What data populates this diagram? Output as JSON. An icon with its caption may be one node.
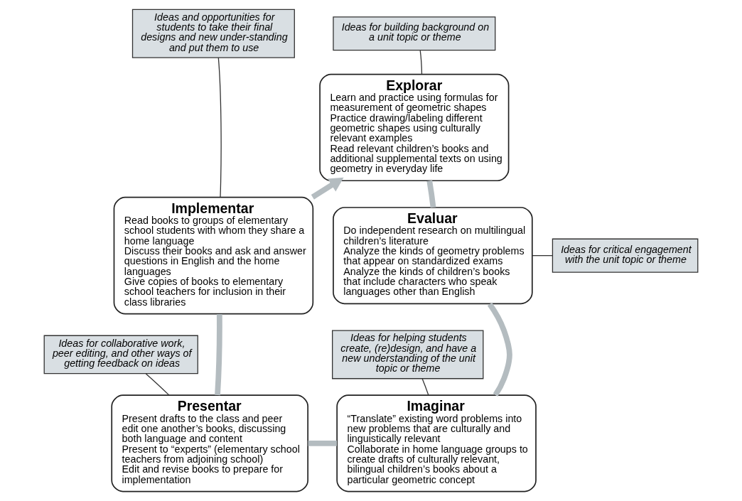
{
  "diagram": {
    "nodes": [
      {
        "text": [
          "Ideas and opportunities for students to take their final designs and new under-standing and put them to use"
        ]
      },
      {
        "text": [
          "Explorar",
          "Learn and practice using formulas for measurement of geometric shapes",
          "Practice drawing/labeling different geometric shapes using culturally relevant examples",
          "Read relevant children’s books and additional supplemental texts on using geometry in everyday life"
        ]
      },
      {
        "text": [
          "Ideas for building background on a unit topic or theme"
        ]
      },
      {
        "text": [
          "Ideas for critical engagement with the unit topic or theme"
        ]
      },
      {
        "text": [
          "Implementar",
          "Read books to groups of elementary school students with whom they share a home language",
          "Discuss their books and ask and answer questions in English and the home languages",
          "Give copies of books to elementary school teachers for inclusion in their class libraries"
        ]
      },
      {
        "text": [
          "Evaluar",
          "Do independent research on multilingual children’s literature",
          "Analyze the kinds of geometry problems that appear on standardized exams",
          "Analyze the kinds of children’s books that include characters who speak languages other than English"
        ]
      },
      {
        "text": [
          "Ideas for collaborative work, peer editing, and other ways of getting feedback on ideas"
        ]
      },
      {
        "text": [
          "Ideas for helping students create, (re)design, and have a new understanding of the unit topic or theme"
        ]
      },
      {
        "text": [
          "Presentar",
          "Present drafts to the class and peer edit one another’s books, discussing both language and content",
          "Present to “experts” (elementary school teachers from adjoining school)",
          "Edit and revise books to prepare for implementation"
        ]
      },
      {
        "text": [
          "Imaginar",
          "“Translate” existing word problems into new problems that are culturally and linguistically relevant",
          "Collaborate in home language groups to create drafts of culturally relevant, bilingual children’s books about a particular geometric concept"
        ]
      }
    ],
    "edges": [
      {
        "from": 4,
        "to": 1,
        "arrow": "to",
        "style": "thick",
        "color": "#b4bcc0"
      },
      {
        "from": 1,
        "to": 5,
        "arrow": "none",
        "style": "thick",
        "color": "#b4bcc0"
      },
      {
        "from": 5,
        "to": 9,
        "arrow": "none",
        "style": "thick",
        "color": "#b4bcc0"
      },
      {
        "from": 9,
        "to": 8,
        "arrow": "none",
        "style": "thick",
        "color": "#b4bcc0"
      },
      {
        "from": 8,
        "to": 4,
        "arrow": "none",
        "style": "thick",
        "color": "#b4bcc0"
      },
      {
        "from": 0,
        "to": 4,
        "arrow": "none",
        "color": "#333333"
      },
      {
        "from": 2,
        "to": 1,
        "arrow": "none",
        "color": "#333333"
      },
      {
        "from": 3,
        "to": 5,
        "arrow": "none",
        "color": "#333333"
      },
      {
        "from": 6,
        "to": 8,
        "arrow": "none",
        "color": "#333333"
      },
      {
        "from": 7,
        "to": 9,
        "arrow": "none",
        "color": "#333333"
      }
    ]
  }
}
